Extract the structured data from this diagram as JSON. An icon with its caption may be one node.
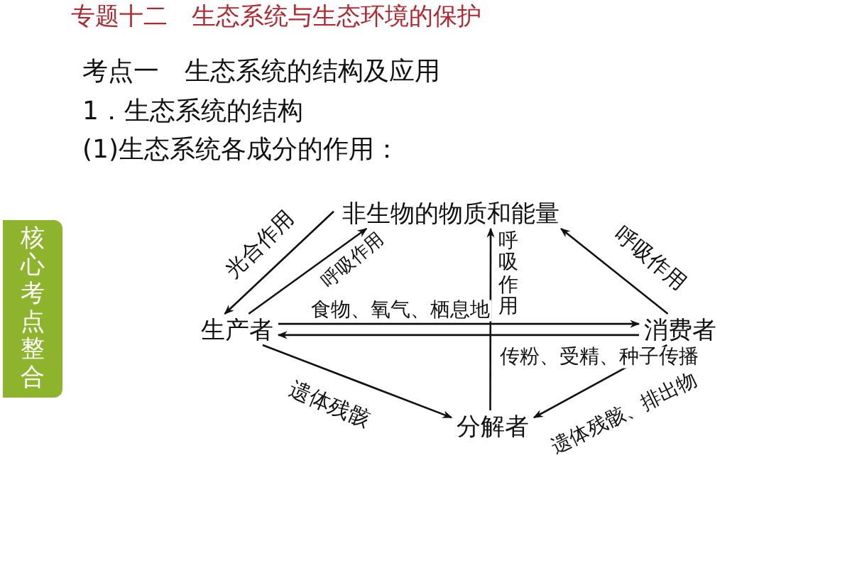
{
  "diagram": {
    "title": "专题十二　生态系统与生态环境的保护",
    "nodes": [
      {
        "text": [
          "非生物的物质和能量"
        ]
      },
      {
        "text": [
          "生产者"
        ]
      },
      {
        "text": [
          "消费者"
        ]
      },
      {
        "text": [
          "分解者"
        ]
      },
      {
        "text": [
          "核心考点整合"
        ]
      }
    ],
    "edges": [
      {
        "from": 0,
        "to": 1,
        "arrow": "to",
        "label": "光合作用"
      },
      {
        "from": 1,
        "to": 0,
        "arrow": "to",
        "label": "呼吸作用"
      },
      {
        "from": 2,
        "to": 0,
        "arrow": "to",
        "label": "呼吸作用"
      },
      {
        "from": 1,
        "to": 2,
        "arrow": "to",
        "label": "食物、氧气、栖息地"
      },
      {
        "from": 2,
        "to": 1,
        "arrow": "to",
        "label": "传粉、受精、种子传播"
      },
      {
        "from": 3,
        "to": 0,
        "arrow": "to",
        "label": "呼吸作用"
      },
      {
        "from": 1,
        "to": 3,
        "arrow": "to",
        "label": "遗体残骸"
      },
      {
        "from": 2,
        "to": 3,
        "arrow": "to",
        "label": "遗体残骸、排出物"
      }
    ],
    "labels": [
      "考点一　生态系统的结构及应用",
      "1．生态系统的结构",
      "(1)生态系统各成分的作用："
    ]
  }
}
